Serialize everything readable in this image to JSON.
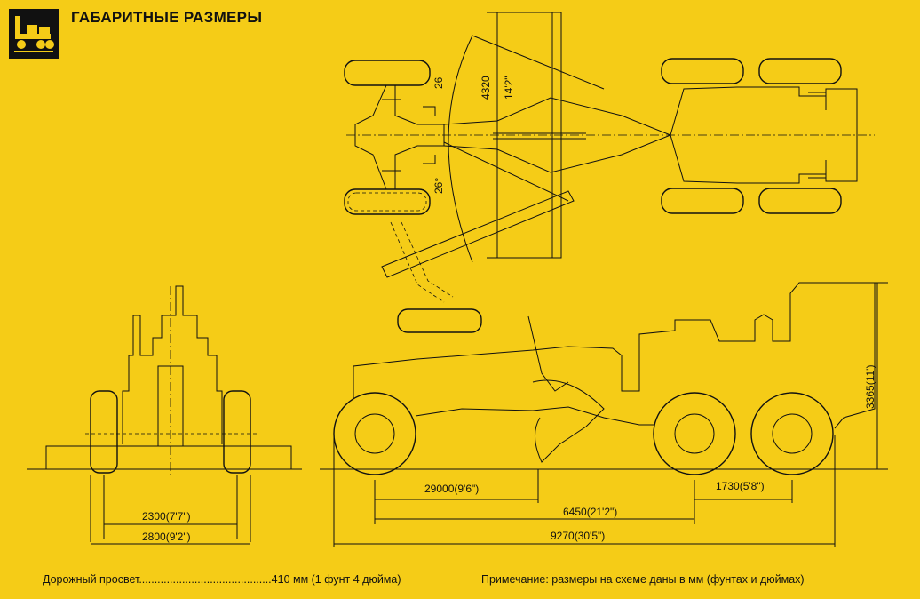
{
  "header": {
    "title": "ГАБАРИТНЫЕ РАЗМЕРЫ",
    "logo_icon": "grader-icon"
  },
  "top_view": {
    "blade_width_mm": "4320",
    "blade_width_ft": "14'2\"",
    "angle_upper": "26",
    "angle_lower": "26°"
  },
  "front_view": {
    "track_width": "2300(7'7\")",
    "overall_width": "2800(9'2\")"
  },
  "side_view": {
    "height": "3365(11')",
    "blade_offset": "29000(9'6\")",
    "tandem_spacing": "1730(5'8\")",
    "wheelbase": "6450(21'2\")",
    "overall_length": "9270(30'5\")"
  },
  "footer": {
    "ground_clearance": "Дорожный просвет...........................................410 мм (1 фунт 4 дюйма)",
    "note": "Примечание: размеры на схеме даны в мм (фунтах и дюймах)"
  },
  "colors": {
    "background": "#f5cc17",
    "line": "#111111"
  }
}
